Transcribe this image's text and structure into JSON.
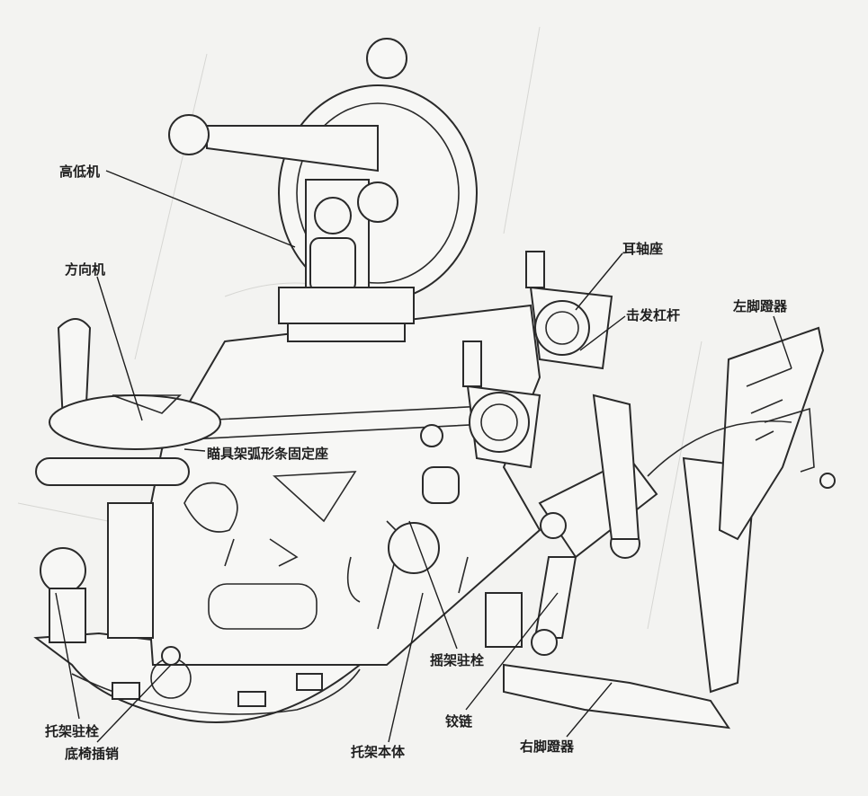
{
  "diagram": {
    "labels": {
      "elevating_mechanism": "高低机",
      "traversing_mechanism": "方向机",
      "trunnion_seat": "耳轴座",
      "firing_lever": "击发杠杆",
      "left_foot_pedal": "左脚蹬器",
      "sight_arc_mount": "瞄具架弧形条固定座",
      "cradle_lock_pin": "摇架驻栓",
      "bracket_lock_pin": "托架驻栓",
      "base_seat_pin": "底椅插销",
      "bracket_body": "托架本体",
      "hinge": "铰链",
      "right_foot_pedal": "右脚蹬器"
    },
    "colors": {
      "ink": "#2a2a2a",
      "paper": "#f3f3f1"
    }
  }
}
